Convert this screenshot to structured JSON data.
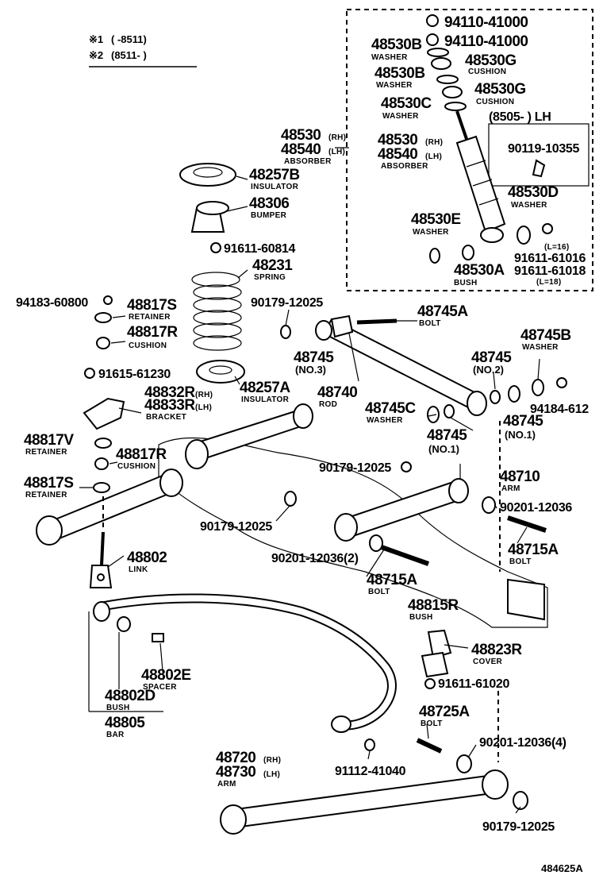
{
  "legend": [
    {
      "mark": "※1",
      "text": "(      -8511)"
    },
    {
      "mark": "※2",
      "text": "(8511-      )"
    }
  ],
  "figure_id": "484625A",
  "parts": {
    "p94110_a": {
      "num": "94110-41000"
    },
    "p94110_b": {
      "num": "94110-41000"
    },
    "p48530B_a": {
      "num": "48530B",
      "name": "WASHER"
    },
    "p48530G_a": {
      "num": "48530G",
      "name": "CUSHION"
    },
    "p48530B_b": {
      "num": "48530B",
      "name": "WASHER"
    },
    "p48530G_b": {
      "num": "48530G",
      "name": "CUSHION"
    },
    "p48530C": {
      "num": "48530C",
      "name": "WASHER"
    },
    "variant_8505": {
      "text": "(8505-      ) LH"
    },
    "p48530_box": {
      "num1": "48530",
      "sfx1": "(RH)",
      "num2": "48540",
      "sfx2": "(LH)",
      "name": "ABSORBER"
    },
    "p90119": {
      "num": "90119-10355"
    },
    "p48530D": {
      "num": "48530D",
      "name": "WASHER"
    },
    "p48530E": {
      "num": "48530E",
      "name": "WASHER"
    },
    "p48530A": {
      "num": "48530A",
      "name": "BUSH"
    },
    "p91611_l16": {
      "num": "91611-61016",
      "note": "(L=16)"
    },
    "p91611_l18": {
      "num": "91611-61018",
      "note": "(L=18)"
    },
    "p48530_main": {
      "num1": "48530",
      "sfx1": "(RH)",
      "num2": "48540",
      "sfx2": "(LH)",
      "name": "ABSORBER"
    },
    "p48257B": {
      "num": "48257B",
      "name": "INSULATOR"
    },
    "p48306": {
      "num": "48306",
      "name": "BUMPER"
    },
    "p91611_60814": {
      "num": "91611-60814"
    },
    "p48231": {
      "num": "48231",
      "name": "SPRING"
    },
    "p94183": {
      "num": "94183-60800"
    },
    "p48817S_top": {
      "num": "48817S",
      "name": "RETAINER"
    },
    "p48817R_top": {
      "num": "48817R",
      "name": "CUSHION"
    },
    "p90179_a": {
      "num": "90179-12025"
    },
    "p48745A": {
      "num": "48745A",
      "name": "BOLT"
    },
    "p48745_no3": {
      "num": "48745",
      "note": "(NO.3)"
    },
    "p48740": {
      "num": "48740",
      "name": "ROD"
    },
    "p48745B": {
      "num": "48745B",
      "name": "WASHER"
    },
    "p48745_no2": {
      "num": "48745",
      "note": "(NO.2)"
    },
    "p94184": {
      "num": "94184-612"
    },
    "p48745_no1b": {
      "num": "48745",
      "note": "(NO.1)"
    },
    "p48745C": {
      "num": "48745C",
      "name": "WASHER"
    },
    "p48745_no1a": {
      "num": "48745",
      "note": "(NO.1)"
    },
    "p91615": {
      "num": "91615-61230"
    },
    "p48257A": {
      "num": "48257A",
      "name": "INSULATOR"
    },
    "p48832R": {
      "num1": "48832R",
      "sfx1": "(RH)",
      "num2": "48833R",
      "sfx2": "(LH)",
      "name": "BRACKET"
    },
    "p48817V": {
      "num": "48817V",
      "name": "RETAINER"
    },
    "p48817R_mid": {
      "num": "48817R",
      "name": "CUSHION"
    },
    "p48817S_mid": {
      "num": "48817S",
      "name": "RETAINER"
    },
    "p90179_b": {
      "num": "90179-12025"
    },
    "p48710": {
      "num": "48710",
      "name": "ARM"
    },
    "p90201_a": {
      "num": "90201-12036"
    },
    "p90179_c": {
      "num": "90179-12025"
    },
    "p48715A_a": {
      "num": "48715A",
      "name": "BOLT"
    },
    "p90201_2": {
      "num": "90201-12036(2)"
    },
    "p48715A_b": {
      "num": "48715A",
      "name": "BOLT"
    },
    "p48802": {
      "num": "48802",
      "name": "LINK"
    },
    "p48815R": {
      "num": "48815R",
      "name": "BUSH"
    },
    "p48823R": {
      "num": "48823R",
      "name": "COVER"
    },
    "p91611_61020": {
      "num": "91611-61020"
    },
    "p48802E": {
      "num": "48802E",
      "name": "SPACER"
    },
    "p48802D": {
      "num": "48802D",
      "name": "BUSH"
    },
    "p48805": {
      "num": "48805",
      "name": "BAR"
    },
    "p48725A": {
      "num": "48725A",
      "name": "BOLT"
    },
    "p90201_4": {
      "num": "90201-12036(4)"
    },
    "p48720": {
      "num1": "48720",
      "sfx1": "(RH)",
      "num2": "48730",
      "sfx2": "(LH)",
      "name": "ARM"
    },
    "p91112": {
      "num": "91112-41040"
    },
    "p90179_d": {
      "num": "90179-12025"
    }
  }
}
